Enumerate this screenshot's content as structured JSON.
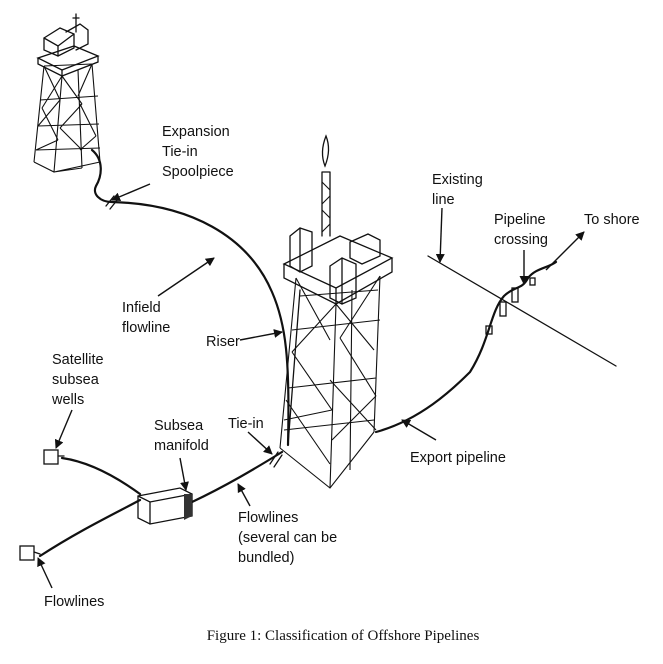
{
  "labels": {
    "expansion": [
      "Expansion",
      "Tie-in",
      "Spoolpiece"
    ],
    "infield": [
      "Infield",
      "flowline"
    ],
    "riser": "Riser",
    "satellite": [
      "Satellite",
      "subsea",
      "wells"
    ],
    "manifold": [
      "Subsea",
      "manifold"
    ],
    "tie_in": "Tie-in",
    "flowlines_bundled": [
      "Flowlines",
      "(several can be",
      "bundled)"
    ],
    "flowlines": "Flowlines",
    "existing": [
      "Existing",
      "line"
    ],
    "crossing": [
      "Pipeline",
      "crossing"
    ],
    "to_shore": "To shore",
    "export": "Export pipeline"
  },
  "caption": "Figure 1: Classification of Offshore Pipelines"
}
